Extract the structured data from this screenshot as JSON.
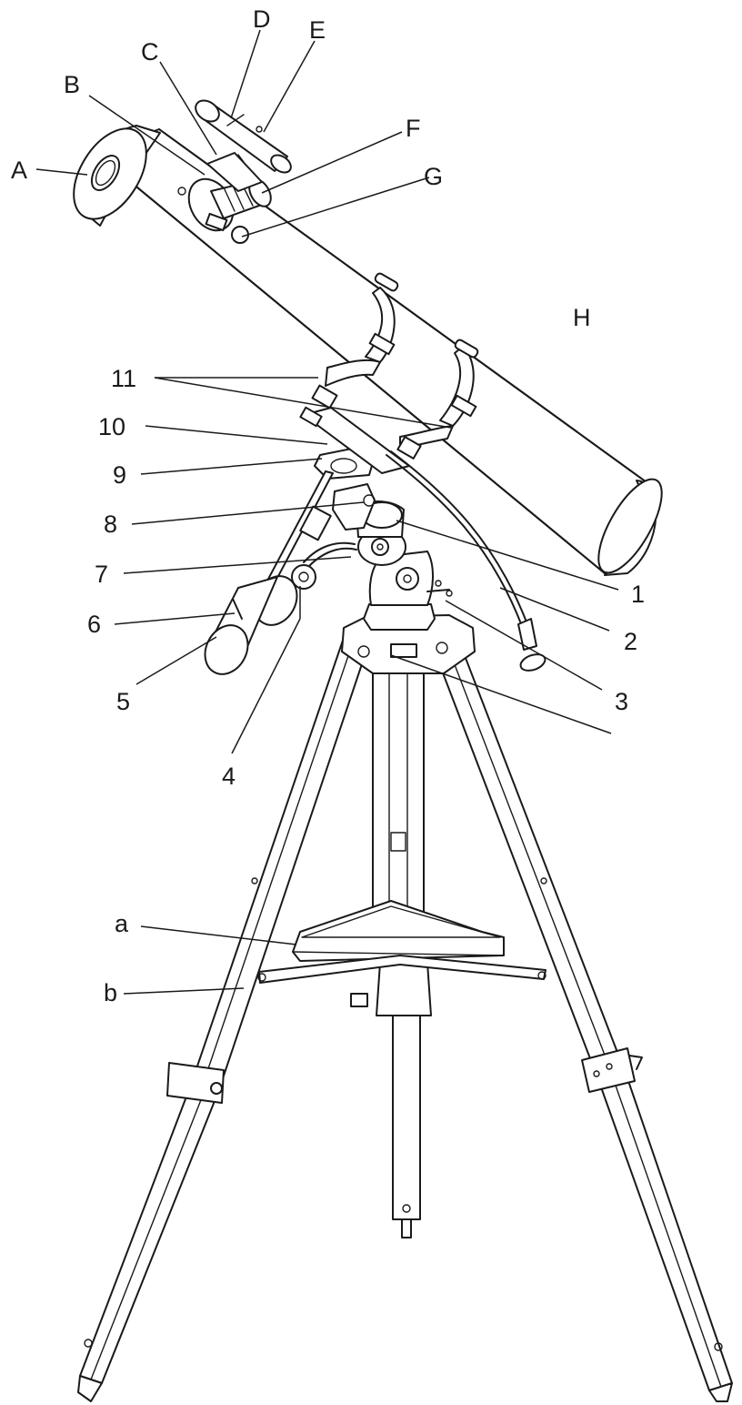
{
  "labels": {
    "A": "A",
    "B": "B",
    "C": "C",
    "D": "D",
    "E": "E",
    "F": "F",
    "G": "G",
    "H": "H",
    "n1": "1",
    "n2": "2",
    "n3": "3",
    "n4": "4",
    "n5": "5",
    "n6": "6",
    "n7": "7",
    "n8": "8",
    "n9": "9",
    "n10": "10",
    "n11": "11",
    "a": "a",
    "b": "b"
  }
}
